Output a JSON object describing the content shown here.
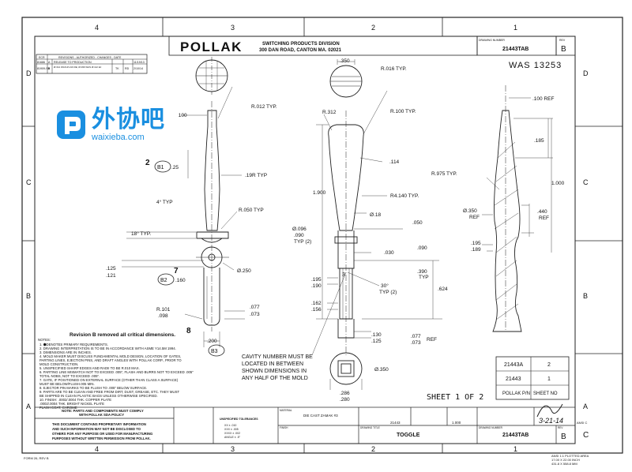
{
  "zones": {
    "top": [
      "4",
      "3",
      "2",
      "1"
    ],
    "bottom": [
      "4",
      "3",
      "2",
      "1"
    ],
    "left": [
      "D",
      "C",
      "B",
      "A"
    ],
    "right": [
      "D",
      "C",
      "B",
      "A"
    ]
  },
  "title_block": {
    "company": "POLLAK",
    "division": "SWITCHING PRODUCTS DIVISION",
    "address": "300 DAN ROAD, CANTON MA. 02021",
    "drawing_number_label": "DRAWING NUMBER",
    "drawing_number": "21443TAB",
    "rev_label": "REV",
    "rev": "B",
    "title_label": "DRAWING TITLE",
    "title": "TOGGLE",
    "material_label": "MATERIAL",
    "material": "DIE CAST ZAMAK #3",
    "finish_label": "FINISH",
    "part_no": "21443",
    "scale": "1.000",
    "size": "C",
    "anml": "ANSI C",
    "sheet": "SHEET 1 OF 2",
    "sig_date": "3-21-14",
    "plot_note_1": "ANSI  1:1 PLOTTED AREA",
    "plot_note_2": "17.00 X 22.00 INCH",
    "plot_note_3": "431.8 X 558.8 MM",
    "form": "FORM 26, REV B"
  },
  "revisions": {
    "headers": [
      "ECR",
      "REVISIONS - AUTHORIZED - CHANGES - DATE"
    ],
    "rows": [
      {
        "ecr": "81686",
        "rev": "A",
        "desc": "RELEASE TO PRODUCTION",
        "by": "",
        "chk": "",
        "date": "11/19/13"
      },
      {
        "ecr": "81909-SB",
        "rev": "B",
        "desc": "Ø.312 WAS Ø.219 RE; Ø.096 WAS Ø.112 EJ",
        "by": "TK",
        "chk": "RD",
        "date": "2/10/14"
      }
    ]
  },
  "was_note": "WAS 13253",
  "revision_note": "Revision B removed all critical dimensions.",
  "cavity_note": [
    "CAVITY NUMBER MUST BE",
    "LOCATED IN BETWEEN",
    "SHOWN DIMENSIONS IN",
    "ANY HALF OF THE MOLD"
  ],
  "part_table": {
    "rows": [
      [
        "21443A",
        "2"
      ],
      [
        "21443",
        "1"
      ]
    ],
    "footer": [
      "POLLAK P/N",
      "SHEET NO"
    ]
  },
  "notes_title": "NOTES:",
  "notes": [
    "1. ⬢DENOTES PRIMARY REQUIREMENTS.",
    "2. DRAWING INTERPRETATION IS TO BE IN ACCORDANCE WITH ASME Y14.5M 1994.",
    "3. DIMENSIONS ARE IN INCHES.",
    "4. MOLD MAKER MUST DISCUSS FUNDAMENTAL MOLD DESIGN, LOCATION OF GATES,",
    "   PARTING LINES, EJECTION PINS, AND DRAFT ANGLES WITH POLLAK CORP., PRIOR TO",
    "   MOLD CONSTRUCTION.",
    "5. UNSPECIFIED SHARP EDGES AND RADII TO BE R.010 MAX.",
    "6. PARTING LINE MISMATCH NOT TO EXCEED .005\", FLASH AND BURRS NOT TO EXCEED .005\"",
    "   TOTAL NOBS, NOT TO EXCEED .005\".",
    "7. GATE, IF POSITIONED ON EXTERNAL SURFACE (OTHER THAN CLASS A SURFACE)",
    "   MUST BE BELOW/FLUSH.005 MIN.",
    "8. EJECTOR PIN MARKS TO BE FLUSH TO .005\" BELOW SURFACE.",
    "9. PARTS ARE TO BE CLEAN AND FREE FROM DIRT, DUST, GREASE, ETC. THEY MUST",
    "   BE SHIPPED IN CLEAN PLASTIC BAGS UNLESS OTHERWISE SPECIFIED.",
    "10. FINISH:  .0002/.0004 THK. COPPER PLATE",
    "             .0002/.0004 THK. BRIGHT NICKEL PLATE",
    "             FLASH COAT, CHROME"
  ],
  "compliance": {
    "line1": "NOTE: PARTS AND COMPONENTS MUST COMPLY",
    "line2": "WITH POLLAK SDA POLICY",
    "prop": [
      "THIS DOCUMENT CONTAINS PROPRIETARY INFORMATION",
      "AND SUCH INFORMATION MAY NOT BE DISCLOSED TO",
      "OTHERS FOR ANY PURPOSE OR USED FOR MANUFACTURING",
      "PURPOSES WITHOUT WRITTEN PERMISSION FROM POLLAK."
    ]
  },
  "tolerances": {
    "title": "UNSPECIFIED TOLERANCES",
    "lines": [
      "XX   ±  .010",
      "XXX  ±  .005",
      "XXXX ± .002",
      "ANGLE ± .5°"
    ]
  },
  "balloons": {
    "b1": "B1",
    "b2": "B2",
    "b3": "B3"
  },
  "flags": {
    "f2": "2",
    "f7": "7",
    "f8": "8"
  },
  "dims": {
    "d100a": ".100",
    "r012": "R.012 TYP.",
    "d25": ".25",
    "r19": ".19R TYP",
    "a4": "4° TYP",
    "r050": "R.050 TYP",
    "a18": "18° TYP.",
    "d125": ".125",
    "d121": ".121",
    "dia250": "Ø.250",
    "d160": ".160",
    "r101": "R.101",
    "r098": ".098",
    "d077": ".077",
    "d073": ".073",
    "d200": ".200",
    "d350t": ".350",
    "r016": "R.016 TYP.",
    "r312": "R.312",
    "r100": "R.100 TYP.",
    "d114": ".114",
    "d1900": "1.900",
    "r4140": "R4.140 TYP.",
    "dia18": "Ø.18",
    "dia096": "Ø.096",
    "d090": ".090",
    "typ2": "TYP (2)",
    "d050": ".050",
    "d030": ".030",
    "d090b": ".090",
    "d390": ".390",
    "typ": "TYP",
    "a30": "30°",
    "typ2b": "TYP (2)",
    "d195": ".195",
    "d190": ".190",
    "d624": ".624",
    "d162": ".162",
    "d156": ".156",
    "d130": ".130",
    "d125b": ".125",
    "d077b": ".077",
    "d073b": ".073",
    "ref": "REF",
    "dia350": "Ø.350",
    "d286": ".286",
    "d280": ".280",
    "d100ref": ".100 REF",
    "d185": ".185",
    "r975": "R.975 TYP.",
    "d1000": "1.000",
    "dia350r": "Ø.350",
    "dref": "REF",
    "d440": ".440",
    "refb": "REF",
    "d195r": ".195",
    "d189r": ".189"
  },
  "watermark": {
    "cn": "外协吧",
    "en": "waixieba.com",
    "color": "#1a8fe0"
  }
}
